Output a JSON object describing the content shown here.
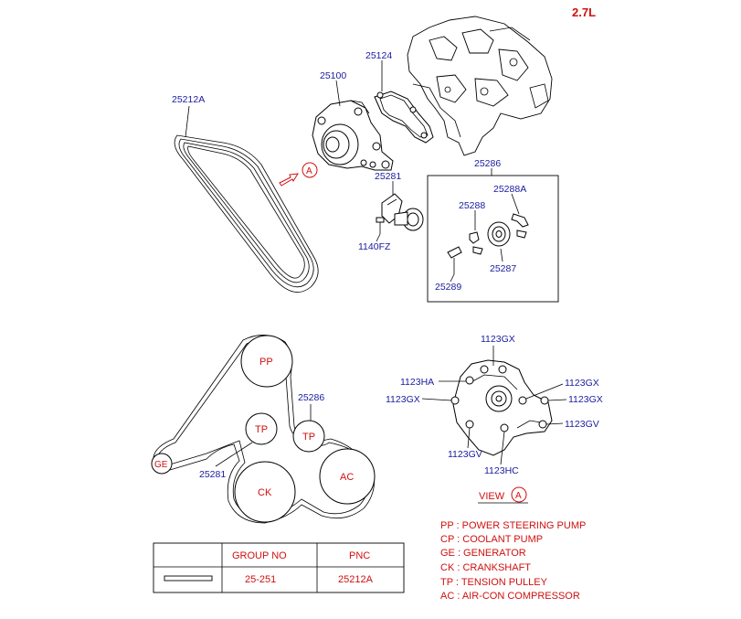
{
  "engine": "2.7L",
  "parts": {
    "p25212a": "25212A",
    "p25100": "25100",
    "p25124": "25124",
    "p25281": "25281",
    "p1140fz": "1140FZ",
    "p25286": "25286",
    "p25288a": "25288A",
    "p25288": "25288",
    "p25287": "25287",
    "p25289": "25289"
  },
  "view_marker": "A",
  "routing": {
    "part_tensioner": "25286",
    "part_idler": "25281",
    "pulleys": {
      "pp": "PP",
      "tp_upper": "TP",
      "tp_lower": "TP",
      "ge": "GE",
      "ck": "CK",
      "ac": "AC"
    }
  },
  "pump_view": {
    "top": "1123GX",
    "upper_left": "1123HA",
    "left": "1123GX",
    "upper_right": "1123GX",
    "right": "1123GX",
    "lower_right": "1123GV",
    "bottom_left": "1123GV",
    "bottom": "1123HC",
    "caption": "VIEW",
    "marker": "A"
  },
  "legend": [
    "PP : POWER STEERING PUMP",
    "CP : COOLANT PUMP",
    "GE : GENERATOR",
    "CK : CRANKSHAFT",
    "TP : TENSION PULLEY",
    "AC : AIR-CON COMPRESSOR"
  ],
  "table": {
    "headers": [
      "",
      "GROUP NO",
      "PNC"
    ],
    "group_no": "25-251",
    "pnc": "25212A"
  }
}
